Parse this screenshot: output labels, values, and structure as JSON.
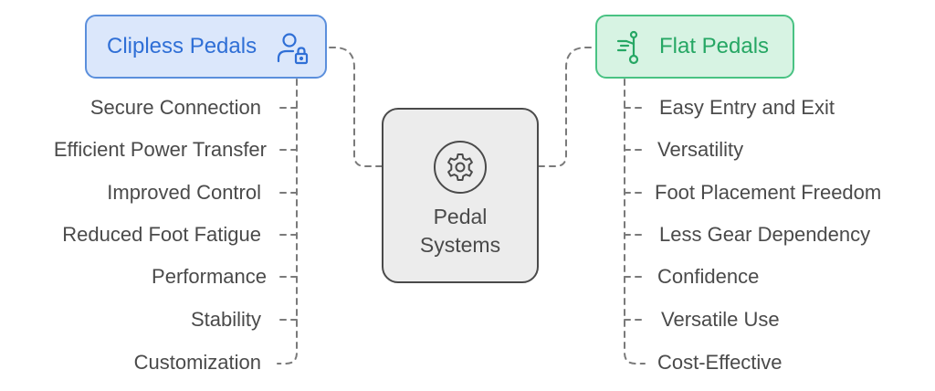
{
  "center": {
    "title_line1": "Pedal",
    "title_line2": "Systems",
    "icon": "gear-icon"
  },
  "left": {
    "title": "Clipless Pedals",
    "icon": "user-lock-icon",
    "color": "#2f6fd6",
    "fill": "#dbe7fb",
    "items": [
      "Secure Connection",
      "Efficient Power Transfer",
      "Improved Control",
      "Reduced Foot Fatigue",
      "Performance",
      "Stability",
      "Customization"
    ]
  },
  "right": {
    "title": "Flat Pedals",
    "icon": "pedal-icon",
    "color": "#26a764",
    "fill": "#d7f3e3",
    "items": [
      "Easy Entry and Exit",
      "Versatility",
      "Foot Placement Freedom",
      "Less Gear Dependency",
      "Confidence",
      "Versatile Use",
      "Cost-Effective"
    ]
  }
}
